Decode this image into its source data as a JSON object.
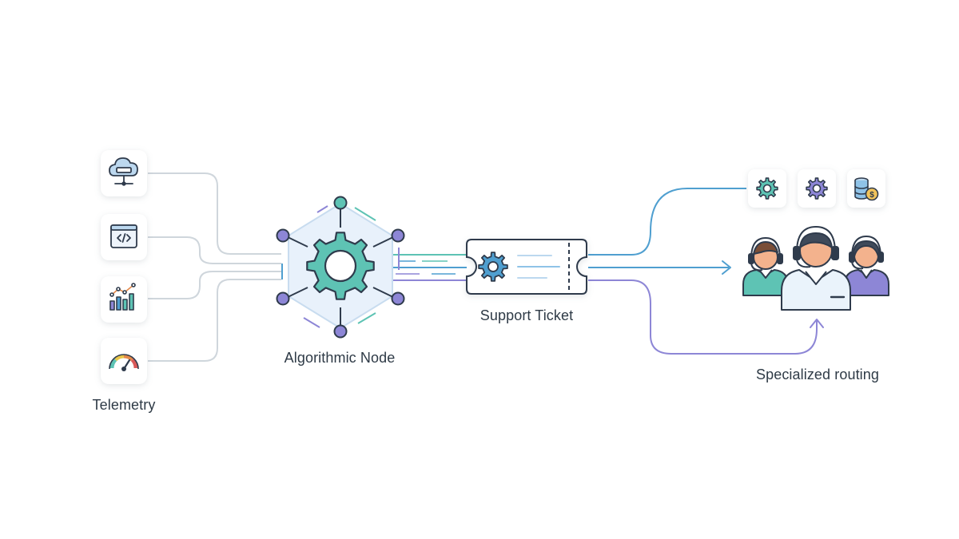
{
  "diagram": {
    "labels": {
      "telemetry": "Telemetry",
      "algorithmic_node": "Algorithmic Node",
      "support_ticket": "Support Ticket",
      "specialized_routing": "Specialized routing"
    },
    "telemetry_icons": [
      "cloud-server-icon",
      "code-window-icon",
      "bar-chart-icon",
      "gauge-icon"
    ],
    "tool_icons": [
      "teal-gear-icon",
      "purple-gear-icon",
      "database-coin-icon"
    ],
    "agents": [
      "support-agent-left",
      "support-agent-center",
      "support-agent-right"
    ],
    "colors": {
      "teal": "#5ec3b4",
      "purple": "#8d86d6",
      "blue": "#4f9fd0",
      "outline": "#2f3b4c",
      "connector": "#cfd6dc",
      "hex_fill": "#e8f1fb"
    }
  }
}
